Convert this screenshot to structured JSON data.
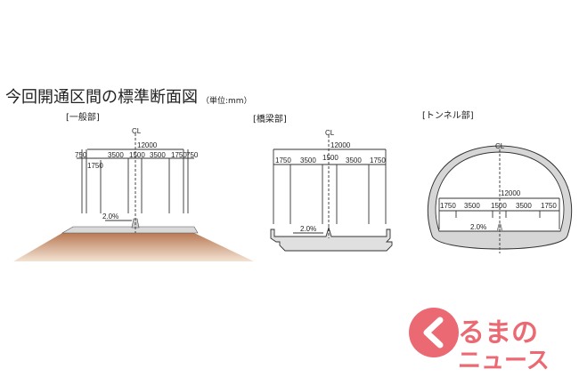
{
  "title": "今回開通区間の標準断面図",
  "unit": "（単位:mm）",
  "sections": {
    "general": {
      "label": "[一般部]",
      "cl": "CL",
      "total": "12000",
      "dims": [
        "750",
        "3500",
        "1500",
        "3500",
        "1750",
        "750"
      ],
      "dim_lower": "1750",
      "slope": "2.0%"
    },
    "bridge": {
      "label": "[橋梁部]",
      "cl": "CL",
      "total": "12000",
      "dims": [
        "1750",
        "3500",
        "1500",
        "3500",
        "1750"
      ],
      "slope": "2.0%"
    },
    "tunnel": {
      "label": "[トンネル部]",
      "cl": "CL",
      "total": "12000",
      "dims": [
        "1750",
        "3500",
        "1500",
        "3500",
        "1750"
      ],
      "slope": "2.0%"
    }
  },
  "logo": {
    "line1": "るまの",
    "line2": "ニュース",
    "color": "#e8505b"
  }
}
